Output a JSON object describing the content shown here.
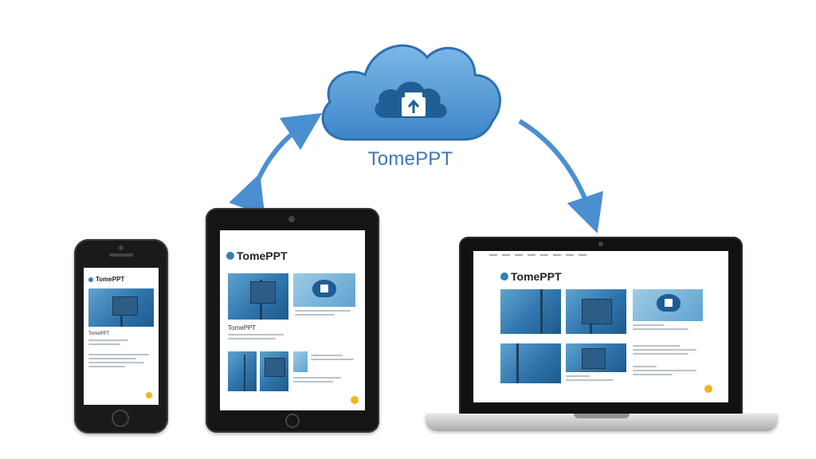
{
  "cloud": {
    "title": "TomePPT",
    "icon": "upload-box-icon",
    "color": "#4f97d6"
  },
  "devices": {
    "phone": {
      "brand": "TomePPT",
      "caption": "TomePPT"
    },
    "tablet": {
      "brand": "TomePPT",
      "caption": "TomePPT"
    },
    "laptop": {
      "brand": "TomePPT"
    }
  },
  "colors": {
    "accent": "#3a78b5",
    "arrow": "#4a8fd0",
    "device_frame": "#151515"
  }
}
